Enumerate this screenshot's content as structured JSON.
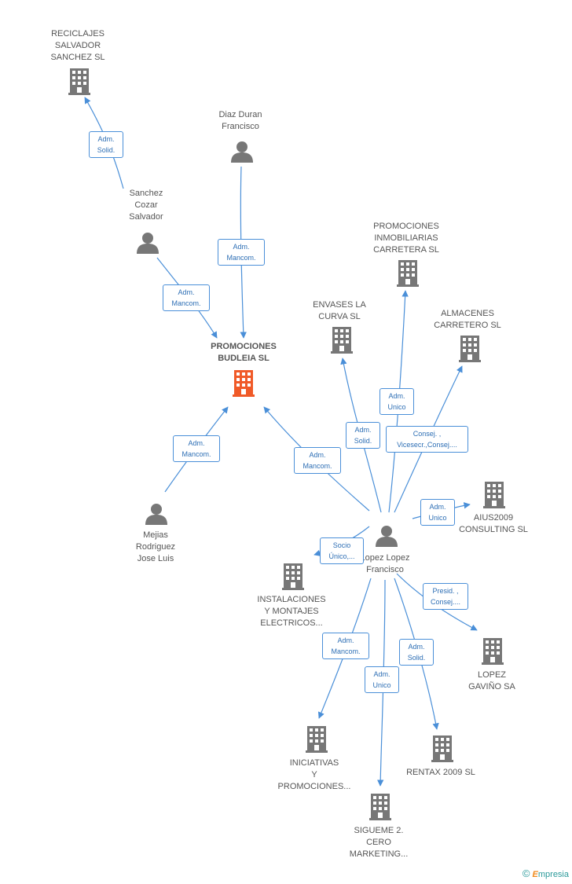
{
  "colors": {
    "edge": "#4a8fd8",
    "node_gray": "#777777",
    "node_center": "#f05a28"
  },
  "center": {
    "lines": [
      "PROMOCIONES",
      "BUDLEIA SL"
    ]
  },
  "nodes": [
    {
      "id": "reciclajes",
      "type": "company",
      "lines": [
        "RECICLAJES",
        "SALVADOR",
        "SANCHEZ SL"
      ]
    },
    {
      "id": "diaz",
      "type": "person",
      "lines": [
        "Diaz Duran",
        "Francisco"
      ]
    },
    {
      "id": "sanchez",
      "type": "person",
      "lines": [
        "Sanchez",
        "Cozar",
        "Salvador"
      ]
    },
    {
      "id": "mejias",
      "type": "person",
      "lines": [
        "Mejias",
        "Rodriguez",
        "Jose Luis"
      ]
    },
    {
      "id": "promo_inmo",
      "type": "company",
      "lines": [
        "PROMOCIONES",
        "INMOBILIARIAS",
        "CARRETERA SL"
      ]
    },
    {
      "id": "envases",
      "type": "company",
      "lines": [
        "ENVASES LA",
        "CURVA SL"
      ]
    },
    {
      "id": "almacenes",
      "type": "company",
      "lines": [
        "ALMACENES",
        "CARRETERO SL"
      ]
    },
    {
      "id": "lopez_person",
      "type": "person",
      "lines": [
        "Lopez Lopez",
        "Francisco"
      ]
    },
    {
      "id": "aius",
      "type": "company",
      "lines": [
        "AIUS2009",
        "CONSULTING SL"
      ]
    },
    {
      "id": "instalaciones",
      "type": "company",
      "lines": [
        "INSTALACIONES",
        "Y MONTAJES",
        "ELECTRICOS..."
      ]
    },
    {
      "id": "lopez_gavino",
      "type": "company",
      "lines": [
        "LOPEZ",
        "GAVIÑO SA"
      ]
    },
    {
      "id": "iniciativas",
      "type": "company",
      "lines": [
        "INICIATIVAS",
        "Y",
        "PROMOCIONES..."
      ]
    },
    {
      "id": "rentax",
      "type": "company",
      "lines": [
        "RENTAX 2009 SL"
      ]
    },
    {
      "id": "sigueme",
      "type": "company",
      "lines": [
        "SIGUEME 2.",
        "CERO",
        "MARKETING..."
      ]
    }
  ],
  "edge_labels": [
    {
      "id": "e_sanchez_reciclajes",
      "lines": [
        "Adm.",
        "Solid."
      ]
    },
    {
      "id": "e_diaz_center",
      "lines": [
        "Adm.",
        "Mancom."
      ]
    },
    {
      "id": "e_sanchez_center",
      "lines": [
        "Adm.",
        "Mancom."
      ]
    },
    {
      "id": "e_mejias_center",
      "lines": [
        "Adm.",
        "Mancom."
      ]
    },
    {
      "id": "e_lopez_center",
      "lines": [
        "Adm.",
        "Mancom."
      ]
    },
    {
      "id": "e_lopez_envases",
      "lines": [
        "Adm.",
        "Solid."
      ]
    },
    {
      "id": "e_lopez_promo",
      "lines": [
        "Adm.",
        "Unico"
      ]
    },
    {
      "id": "e_lopez_almacenes",
      "lines": [
        "Consej. ,",
        "Vicesecr.,Consej...."
      ]
    },
    {
      "id": "e_lopez_aius",
      "lines": [
        "Adm.",
        "Unico"
      ]
    },
    {
      "id": "e_lopez_inst",
      "lines": [
        "Socio",
        "Único,..."
      ]
    },
    {
      "id": "e_lopez_gavino",
      "lines": [
        "Presid. ,",
        "Consej...."
      ]
    },
    {
      "id": "e_lopez_inic",
      "lines": [
        "Adm.",
        "Mancom."
      ]
    },
    {
      "id": "e_lopez_rentax",
      "lines": [
        "Adm.",
        "Solid."
      ]
    },
    {
      "id": "e_lopez_sigueme",
      "lines": [
        "Adm.",
        "Unico"
      ]
    }
  ],
  "footer": {
    "copyright": "©",
    "brand_first": "E",
    "brand_rest": "mpresia"
  }
}
